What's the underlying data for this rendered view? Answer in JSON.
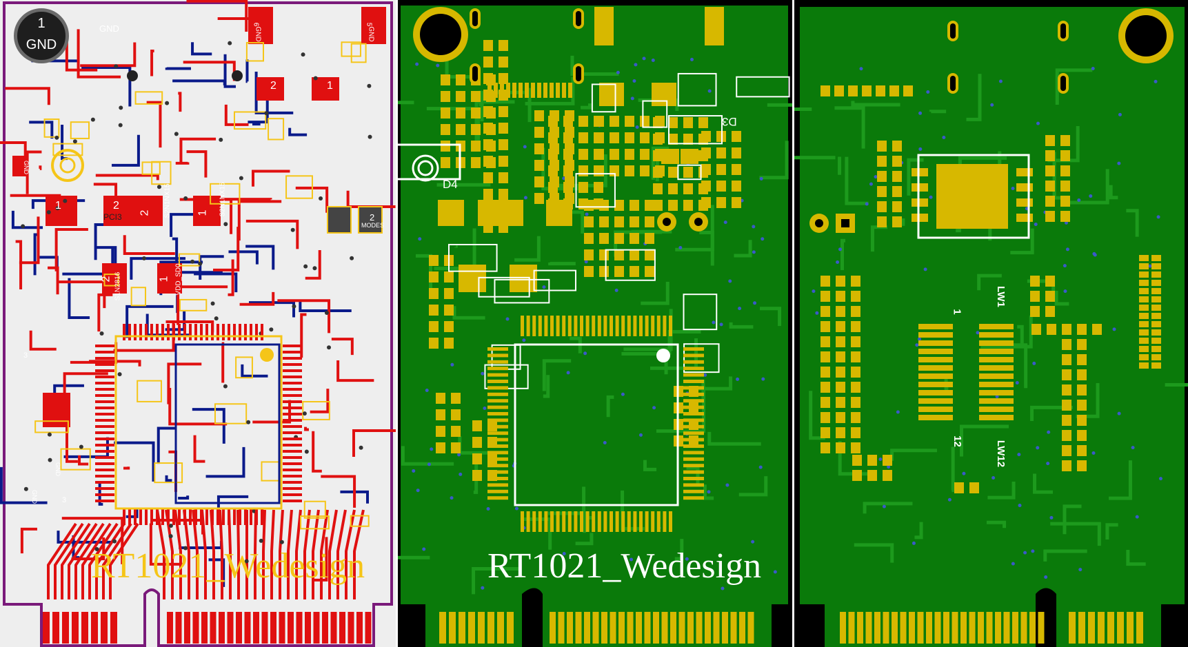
{
  "board": {
    "title": "RT1021_Wedesign"
  },
  "layout_view": {
    "gnd_pad_number": "1",
    "gnd_pad_label": "GND",
    "labels": {
      "gnd_top": "GND",
      "pad6": "6",
      "pad6_net": "GND",
      "pad5": "5",
      "pad5_net": "GND",
      "pad2a": "2",
      "pad1a": "1",
      "pci": "PCI3",
      "pad1b": "1",
      "pad2b": "2",
      "s2n_a": "S2N1NX15",
      "s2n_b": "S2N1NX15",
      "pad2c": "2",
      "pad1c": "1",
      "s1n_a": "S1N2816",
      "s1n_b": "S1N2816",
      "vddsd": "VDD_SD0",
      "pad3": "3",
      "modes": "MODES",
      "pad2d": "2",
      "gnd_left": "GND",
      "gnd_bl": "GND",
      "gnd_bl2": "GND",
      "pad1d": "1",
      "pad2e": "2",
      "pad3b": "3"
    }
  },
  "top_view": {
    "labels": {
      "d4": "D4",
      "d3": "D3"
    }
  },
  "bottom_view": {
    "labels": {
      "lw1": "LW1",
      "lw12": "LW12",
      "pin1": "1",
      "pin12": "12"
    }
  },
  "colors": {
    "board_green": "#0a7a0a",
    "pad_gold": "#d7b800",
    "silk_white": "#ffffff",
    "copper_red": "#e01010",
    "copper_blue": "#0a1a8a",
    "outline_purple": "#7a1a7a",
    "silk_yellow": "#f5c518"
  }
}
